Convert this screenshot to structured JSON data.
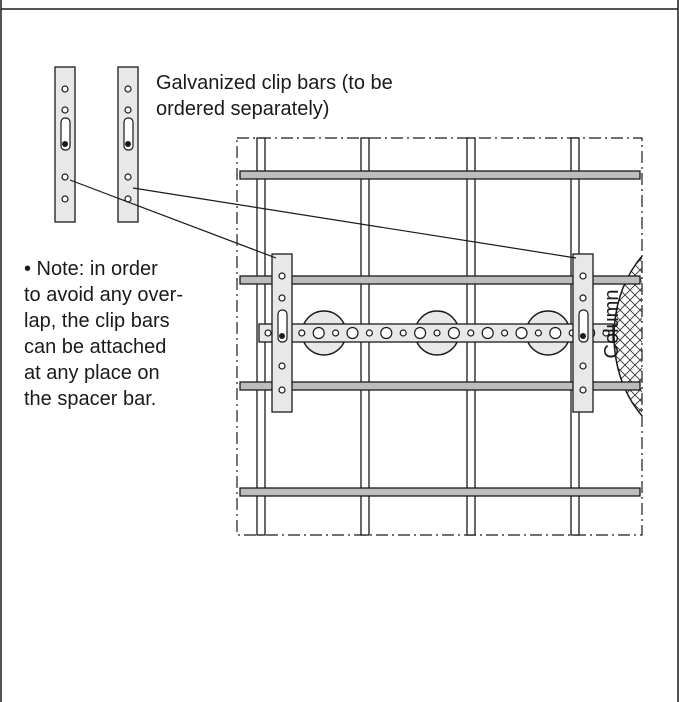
{
  "caption": {
    "line1": "Galvanized clip bars (to be",
    "line2": "ordered separately)"
  },
  "note": {
    "lines": [
      "• Note: in order",
      "to avoid any over-",
      "lap, the clip bars",
      "can be attached",
      "at any place on",
      "the spacer bar."
    ]
  },
  "column_label": "Column",
  "colors": {
    "line": "#1a1a1a",
    "bar_fill": "#e8e8e8",
    "rebar_fill": "#bdbdbd"
  }
}
